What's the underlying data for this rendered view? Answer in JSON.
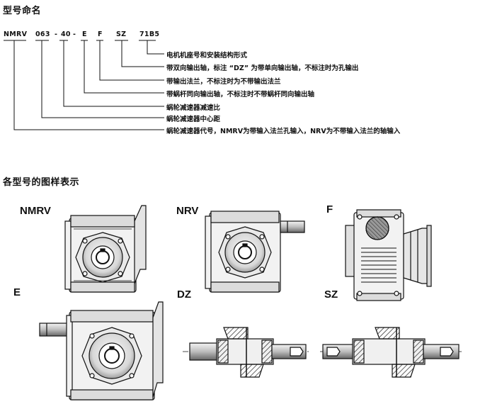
{
  "section1": {
    "title": "型号命名"
  },
  "model_code": {
    "parts": [
      "NMRV",
      "063",
      "-",
      "40",
      "-",
      "E",
      "F",
      "SZ",
      "71B5"
    ]
  },
  "descriptions": [
    "电机机座号和安装结构形式",
    "带双向输出轴，标注 “DZ” 为带单向输出轴，不标注时为孔输出",
    "带输出法兰，不标注时为不带输出法兰",
    "带蜗杆同向输出轴，不标注时不带蜗杆同向输出轴",
    "蜗轮减速器减速比",
    "蜗轮减速器中心距",
    "蜗轮减速器代号，NMRV为带输入法兰孔输入，NRV为不带输入法兰的轴输入"
  ],
  "section2": {
    "title": "各型号的图样表示"
  },
  "figures": {
    "nmrv": "NMRV",
    "nrv": "NRV",
    "f": "F",
    "e": "E",
    "dz": "DZ",
    "sz": "SZ"
  }
}
